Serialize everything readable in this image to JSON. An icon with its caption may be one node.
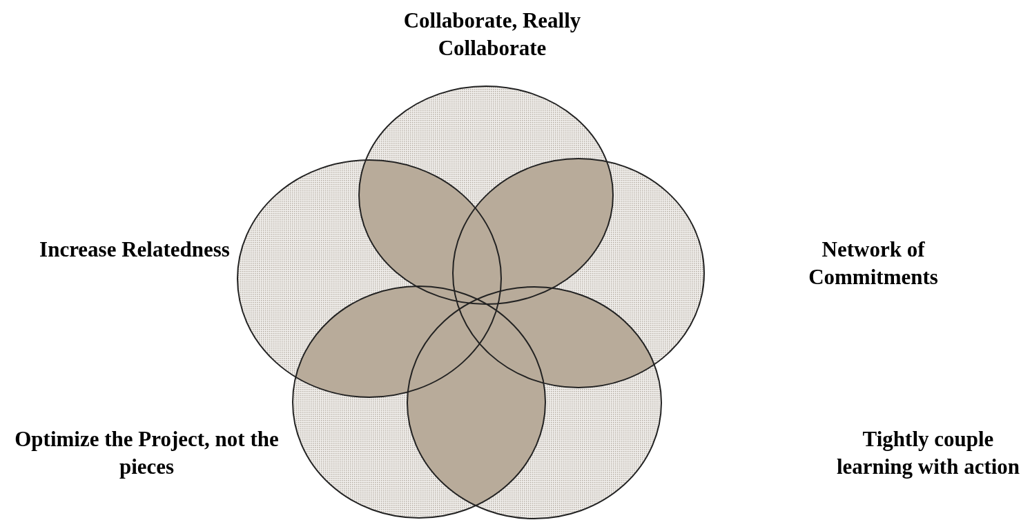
{
  "diagram": {
    "labels": [
      "Collaborate, Really Collaborate",
      "Increase Relatedness",
      "Network of Commitments",
      "Optimize the Project, not the pieces",
      "Tightly couple learning with action"
    ]
  }
}
